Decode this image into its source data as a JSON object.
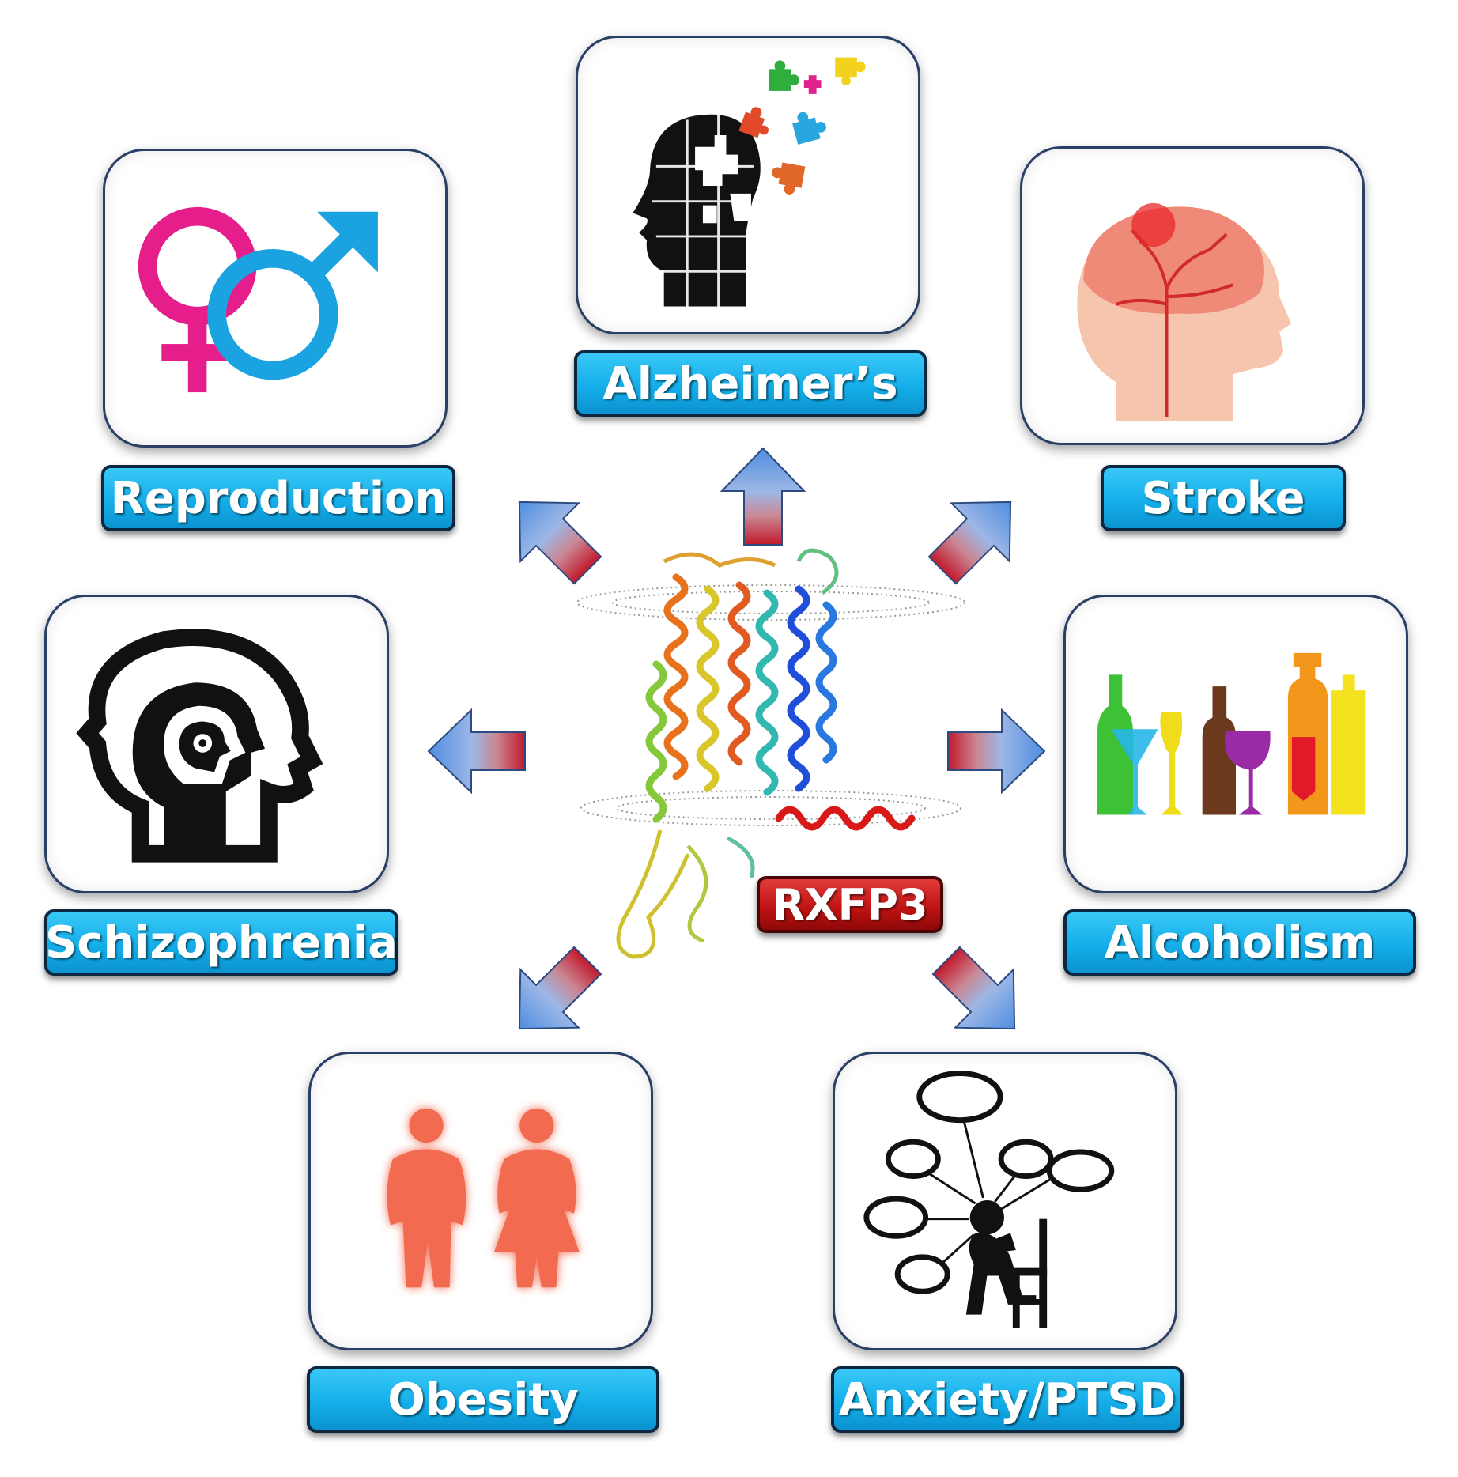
{
  "center": {
    "label": "RXFP3"
  },
  "nodes": [
    {
      "id": "alzheimers",
      "label": "Alzheimer’s",
      "icon": "puzzle-head-icon"
    },
    {
      "id": "reproduction",
      "label": "Reproduction",
      "icon": "gender-symbols-icon"
    },
    {
      "id": "stroke",
      "label": "Stroke",
      "icon": "brain-stroke-icon"
    },
    {
      "id": "schizophrenia",
      "label": "Schizophrenia",
      "icon": "nested-heads-icon"
    },
    {
      "id": "alcoholism",
      "label": "Alcoholism",
      "icon": "bottles-glasses-icon"
    },
    {
      "id": "obesity",
      "label": "Obesity",
      "icon": "obese-people-icon"
    },
    {
      "id": "anxiety",
      "label": "Anxiety/PTSD",
      "icon": "anxious-person-icon"
    }
  ],
  "colors": {
    "label_blue": "#14aeea",
    "center_red": "#c21414",
    "female_pink": "#e61e8c",
    "male_blue": "#1aa3e0",
    "obesity_orange": "#f26b4f"
  }
}
